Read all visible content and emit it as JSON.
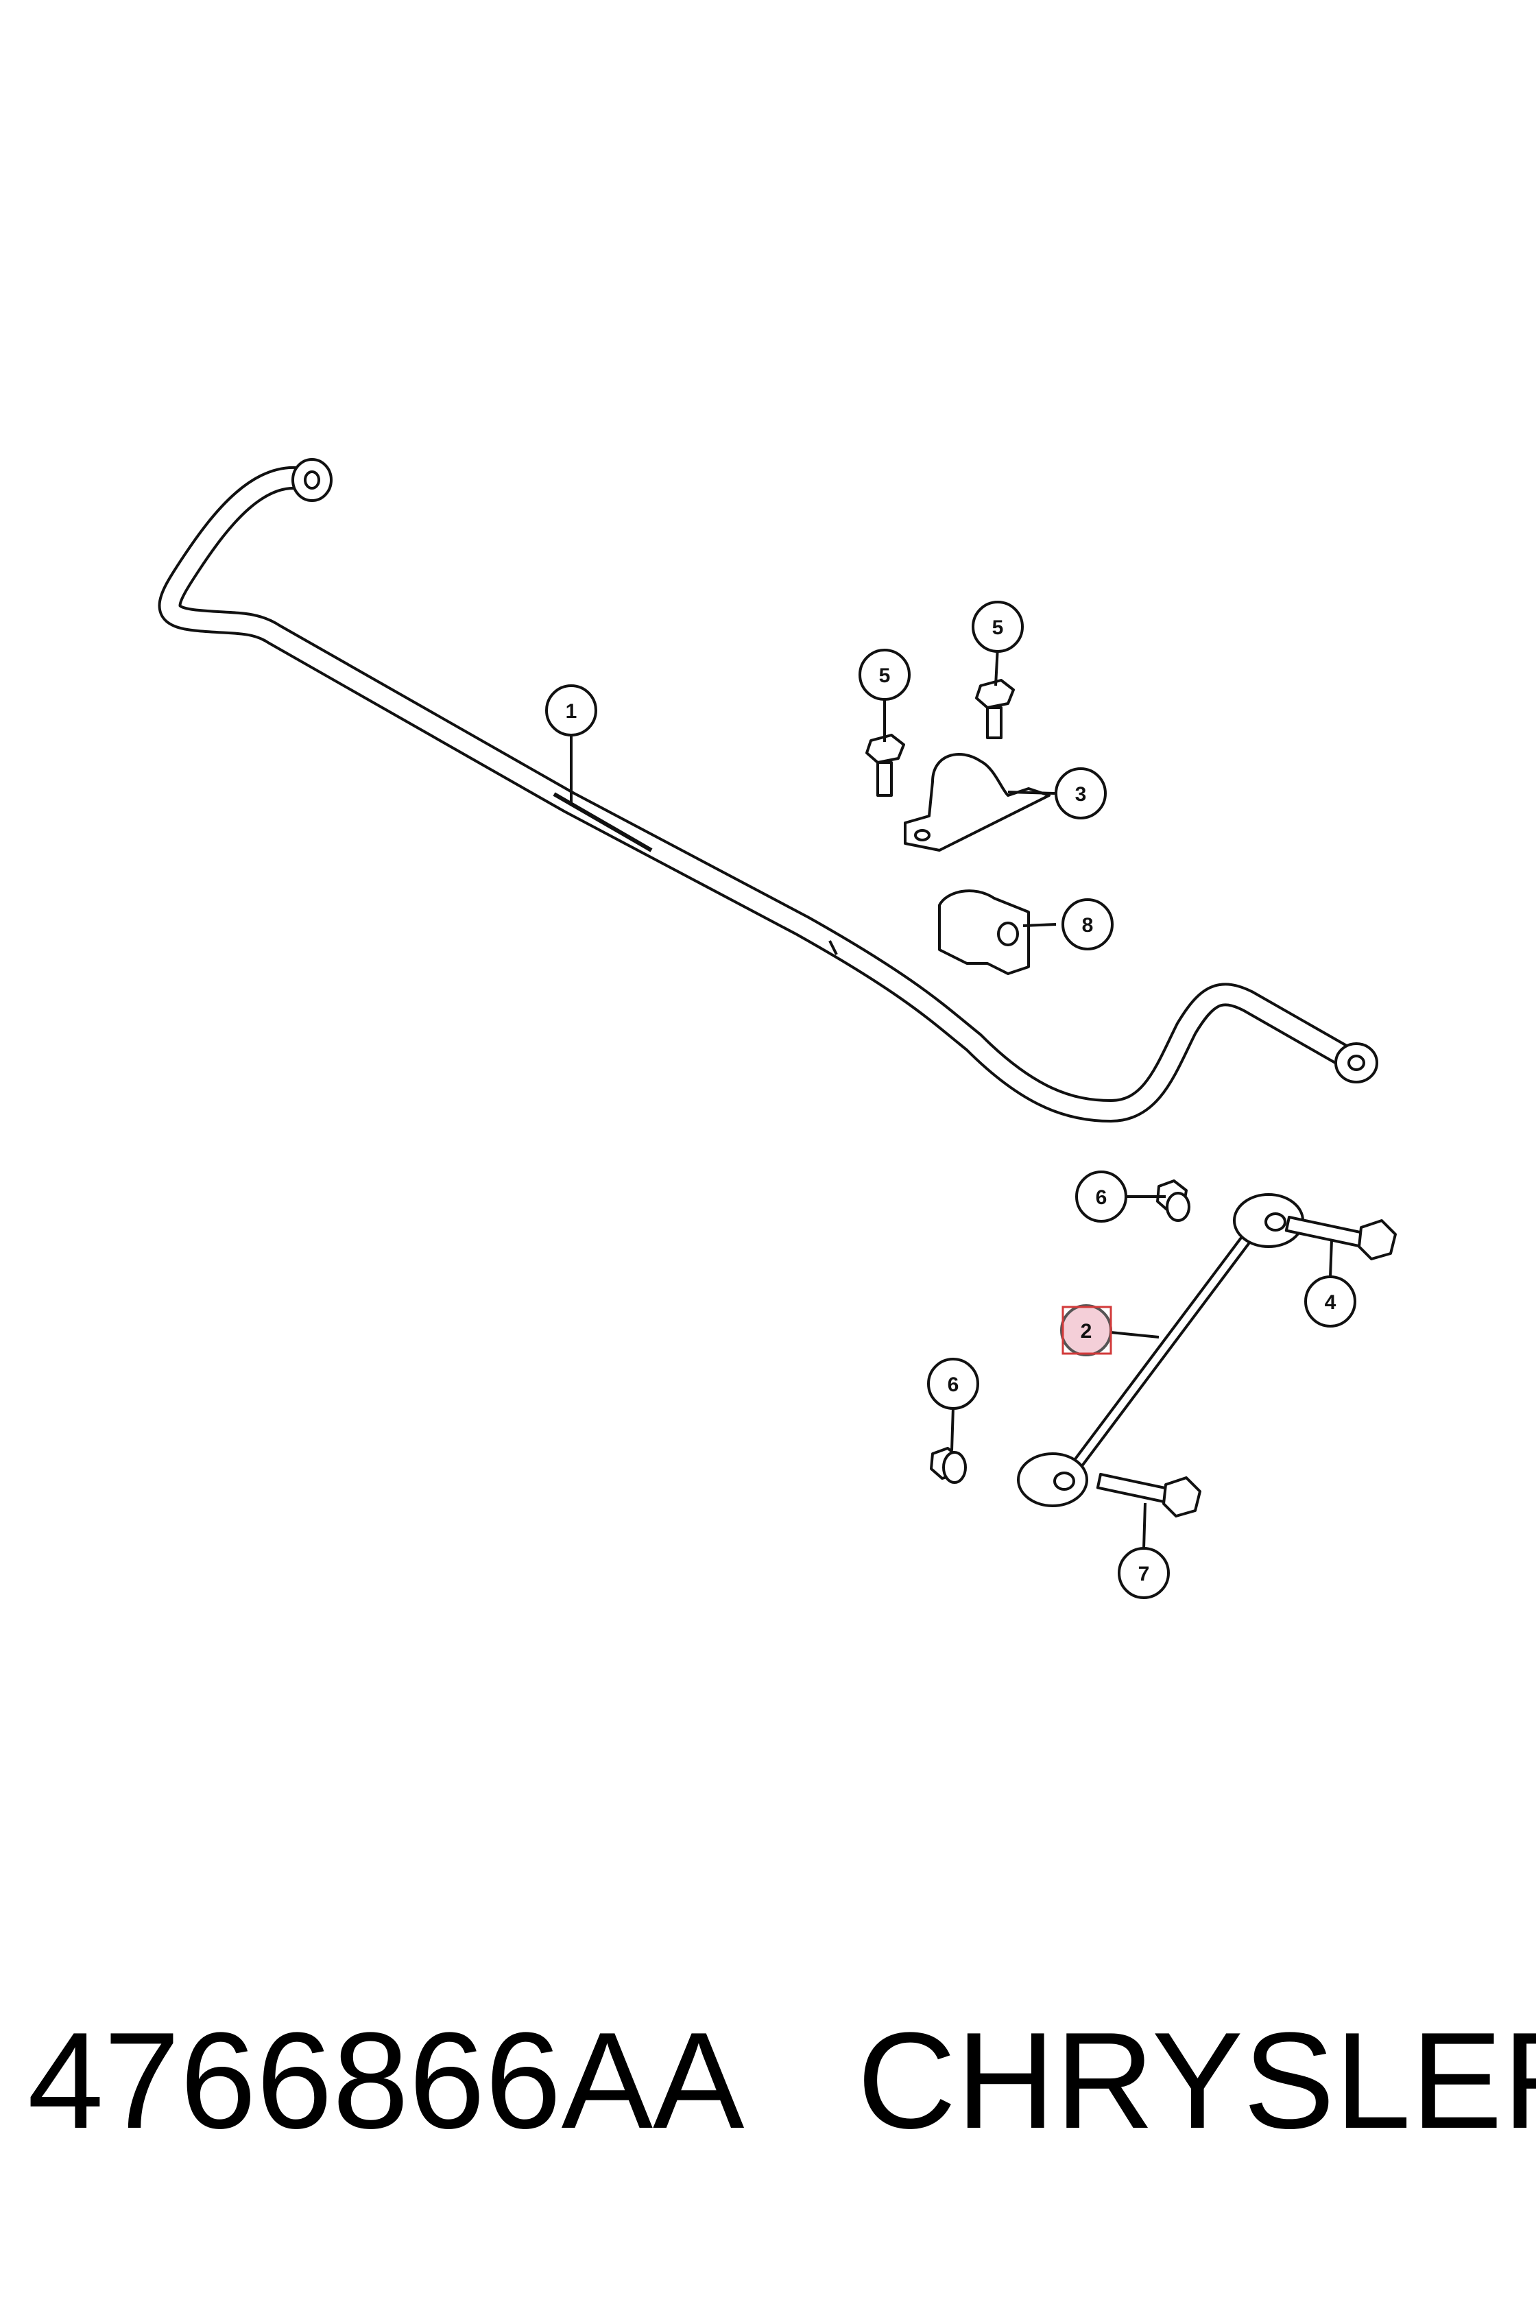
{
  "diagram": {
    "callouts": [
      {
        "id": "c1",
        "label": "1"
      },
      {
        "id": "c2",
        "label": "2",
        "highlighted": true
      },
      {
        "id": "c3",
        "label": "3"
      },
      {
        "id": "c4",
        "label": "4"
      },
      {
        "id": "c5a",
        "label": "5"
      },
      {
        "id": "c5b",
        "label": "5"
      },
      {
        "id": "c6a",
        "label": "6"
      },
      {
        "id": "c6b",
        "label": "6"
      },
      {
        "id": "c7",
        "label": "7"
      },
      {
        "id": "c8",
        "label": "8"
      }
    ],
    "highlight_color": "#d23a3a"
  },
  "footer": {
    "part_number": "4766866AA",
    "brand": "CHRYSLER"
  }
}
